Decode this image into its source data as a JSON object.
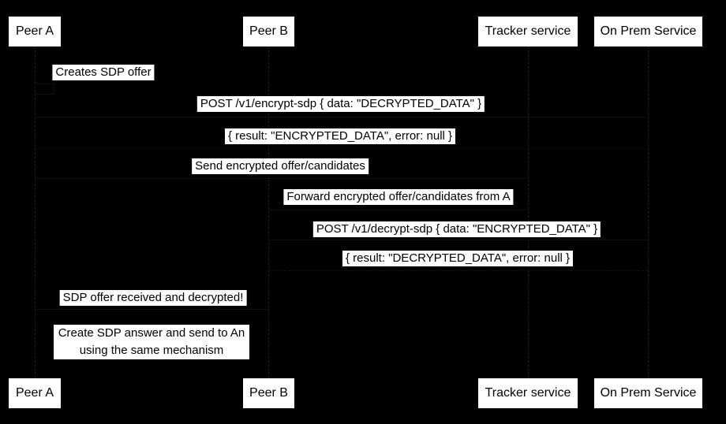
{
  "colors": {
    "background": "#000000",
    "box_fill": "#ffffff",
    "text": "#000000"
  },
  "participants": [
    {
      "label": "Peer A"
    },
    {
      "label": "Peer B"
    },
    {
      "label": "Tracker service"
    },
    {
      "label": "On Prem Service"
    }
  ],
  "messages": [
    {
      "from": "Peer A",
      "to": "Peer A",
      "kind": "self",
      "label": "Creates SDP offer"
    },
    {
      "from": "Peer A",
      "to": "On Prem Service",
      "kind": "solid",
      "label": "POST /v1/encrypt-sdp { data: \"DECRYPTED_DATA\" }"
    },
    {
      "from": "On Prem Service",
      "to": "Peer A",
      "kind": "reply",
      "label": "{ result: \"ENCRYPTED_DATA\", error: null }"
    },
    {
      "from": "Peer A",
      "to": "Tracker service",
      "kind": "solid",
      "label": "Send encrypted offer/candidates"
    },
    {
      "from": "Tracker service",
      "to": "Peer B",
      "kind": "solid",
      "label": "Forward encrypted offer/candidates from A"
    },
    {
      "from": "Peer B",
      "to": "On Prem Service",
      "kind": "solid",
      "label": "POST /v1/decrypt-sdp { data: \"ENCRYPTED_DATA\" }"
    },
    {
      "from": "On Prem Service",
      "to": "Peer B",
      "kind": "reply",
      "label": "{ result: \"DECRYPTED_DATA\", error: null }"
    },
    {
      "from": "Peer B",
      "to": "Peer A",
      "kind": "solid",
      "label": "SDP offer received and decrypted!"
    }
  ],
  "note": {
    "over": "Peer A, Peer B",
    "lines": [
      "Create SDP answer and send to An",
      "using the same mechanism"
    ]
  }
}
